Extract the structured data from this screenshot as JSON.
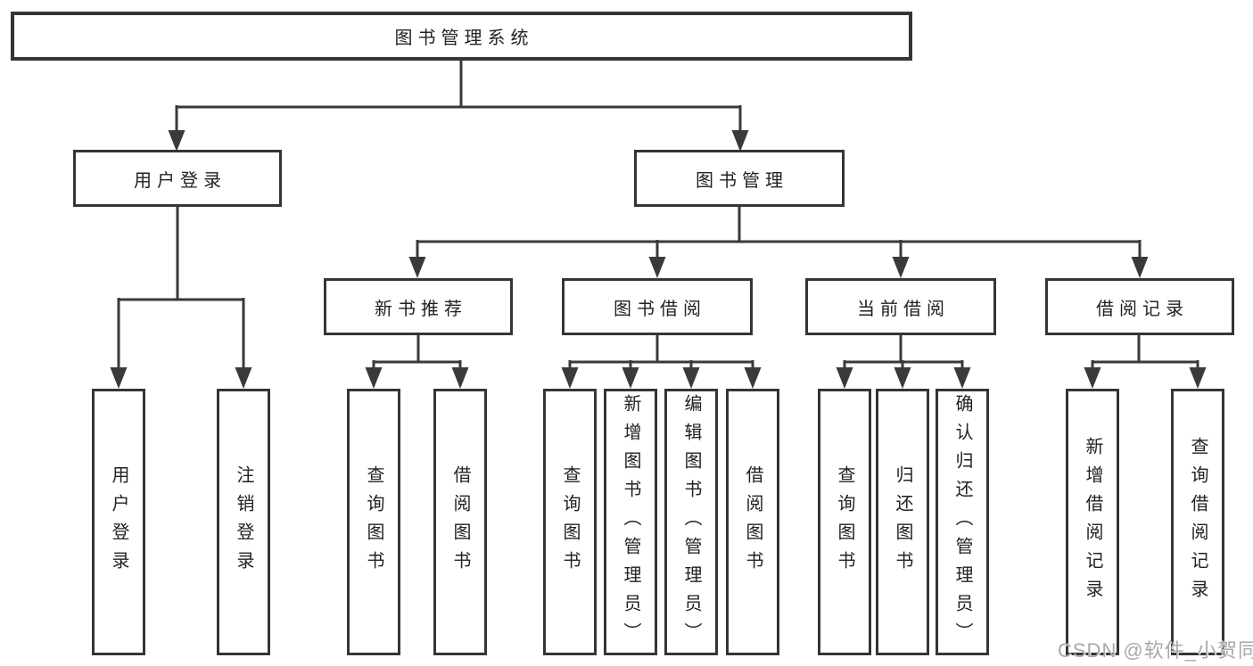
{
  "diagram": {
    "root": {
      "label": "图书管理系统"
    },
    "branches": [
      {
        "label": "用户登录",
        "children": [
          {
            "label": "用户登录"
          },
          {
            "label": "注销登录"
          }
        ]
      },
      {
        "label": "图书管理",
        "children": [
          {
            "label": "新书推荐",
            "children": [
              {
                "label": "查询图书"
              },
              {
                "label": "借阅图书"
              }
            ]
          },
          {
            "label": "图书借阅",
            "children": [
              {
                "label": "查询图书"
              },
              {
                "label": "新增图书（管理员）"
              },
              {
                "label": "编辑图书（管理员）"
              },
              {
                "label": "借阅图书"
              }
            ]
          },
          {
            "label": "当前借阅",
            "children": [
              {
                "label": "查询图书"
              },
              {
                "label": "归还图书"
              },
              {
                "label": "确认归还（管理员）"
              }
            ]
          },
          {
            "label": "借阅记录",
            "children": [
              {
                "label": "新增借阅记录"
              },
              {
                "label": "查询借阅记录"
              }
            ]
          }
        ]
      }
    ],
    "watermark": "CSDN @软件_小贺同学"
  },
  "colors": {
    "line": "#3a3a3a",
    "box_border": "#353535",
    "box_background": "#ffffff",
    "text": "#222222",
    "watermark": "#a9a9a9"
  }
}
